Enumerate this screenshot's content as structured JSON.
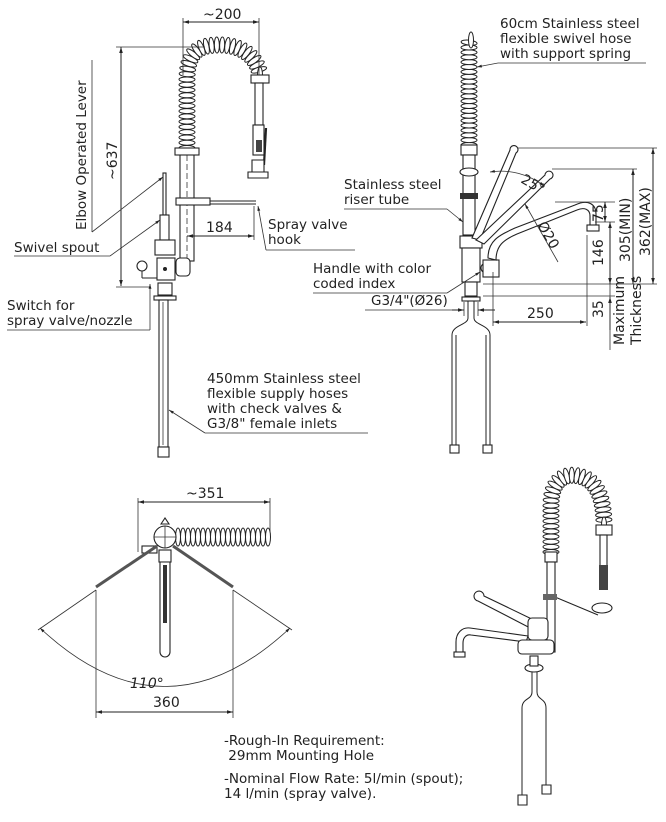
{
  "diagram": {
    "title": "Pre-rinse faucet technical drawing",
    "colors": {
      "ink": "#222222",
      "background": "#ffffff"
    },
    "side_view": {
      "dimensions": {
        "hose_width": "~200",
        "overall_height": "~637",
        "hook_offset": "184"
      },
      "callouts": {
        "elbow_lever": "Elbow Operated Lever",
        "swivel_spout": "Swivel spout",
        "switch": [
          "Switch for",
          "spray valve/nozzle"
        ],
        "spray_hook": [
          "Spray valve",
          "hook"
        ],
        "supply_hoses": [
          "450mm Stainless steel",
          "flexible supply hoses",
          "with check valves &",
          "G3/8\" female inlets"
        ]
      }
    },
    "front_view": {
      "dimensions": {
        "lever_angle": "25°",
        "spout_diameter": "Ø20",
        "spout_drop": "75",
        "spout_height": "146",
        "min_height": "305(MIN)",
        "max_height": "362(MAX)",
        "spout_reach": "250",
        "max_thickness": "35",
        "thread": "G3/4\"(Ø26)"
      },
      "callouts": {
        "swivel_hose": [
          "60cm Stainless steel",
          "flexible swivel hose",
          "with support spring"
        ],
        "riser_tube": [
          "Stainless steel",
          "riser tube"
        ],
        "handle": [
          "Handle with color",
          "coded index"
        ],
        "max_thickness_label": [
          "Maximum",
          "Thickness"
        ]
      }
    },
    "top_view": {
      "dimensions": {
        "overall_width": "~351",
        "swing_width": "360",
        "swing_angle": "110°"
      }
    },
    "notes": [
      "-Rough-In Requirement:",
      " 29mm Mounting Hole",
      "-Nominal Flow Rate: 5l/min (spout);",
      "14 l/min (spray valve)."
    ]
  }
}
